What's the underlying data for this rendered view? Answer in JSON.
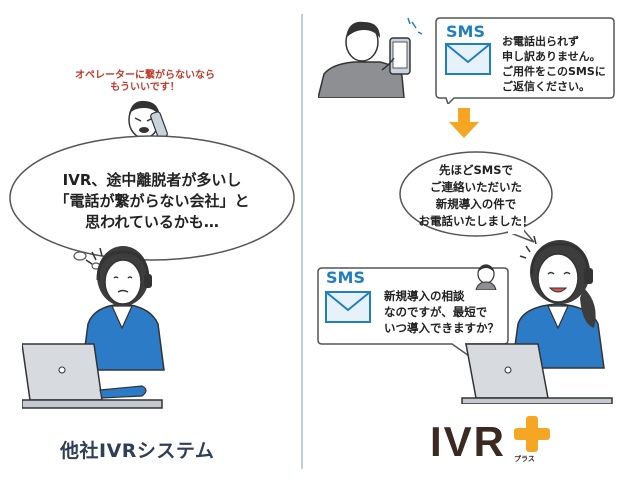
{
  "left": {
    "caller_exclaim": [
      "オペレーターに繋がらないなら",
      "もういいです！"
    ],
    "operator_thought": [
      "IVR、途中離脱者が多いし",
      "「電話が繋がらない会社」と",
      "思われているかも…"
    ],
    "title": "他社IVRシステム"
  },
  "right": {
    "sms_label_1": "SMS",
    "sms_message_1": [
      "お電話出られず",
      "申し訳ありません。",
      "ご用件をこのSMSに",
      "ご返信ください。"
    ],
    "operator_speech": [
      "先ほどSMSで",
      "ご連絡いただいた",
      "新規導入の件で",
      "お電話いたしました！"
    ],
    "sms_label_2": "SMS",
    "sms_message_2": [
      "新規導入の相談",
      "なのですが、最短で",
      "いつ導入できますか？"
    ],
    "brand_name": "IVR",
    "brand_plus_caption": "プラス"
  },
  "colors": {
    "accent_blue": "#1f7fc4",
    "arrow_orange": "#f5a623",
    "plus_orange": "#f5a623",
    "jacket_blue": "#2c7bc6",
    "exclaim_red": "#c0392b"
  }
}
